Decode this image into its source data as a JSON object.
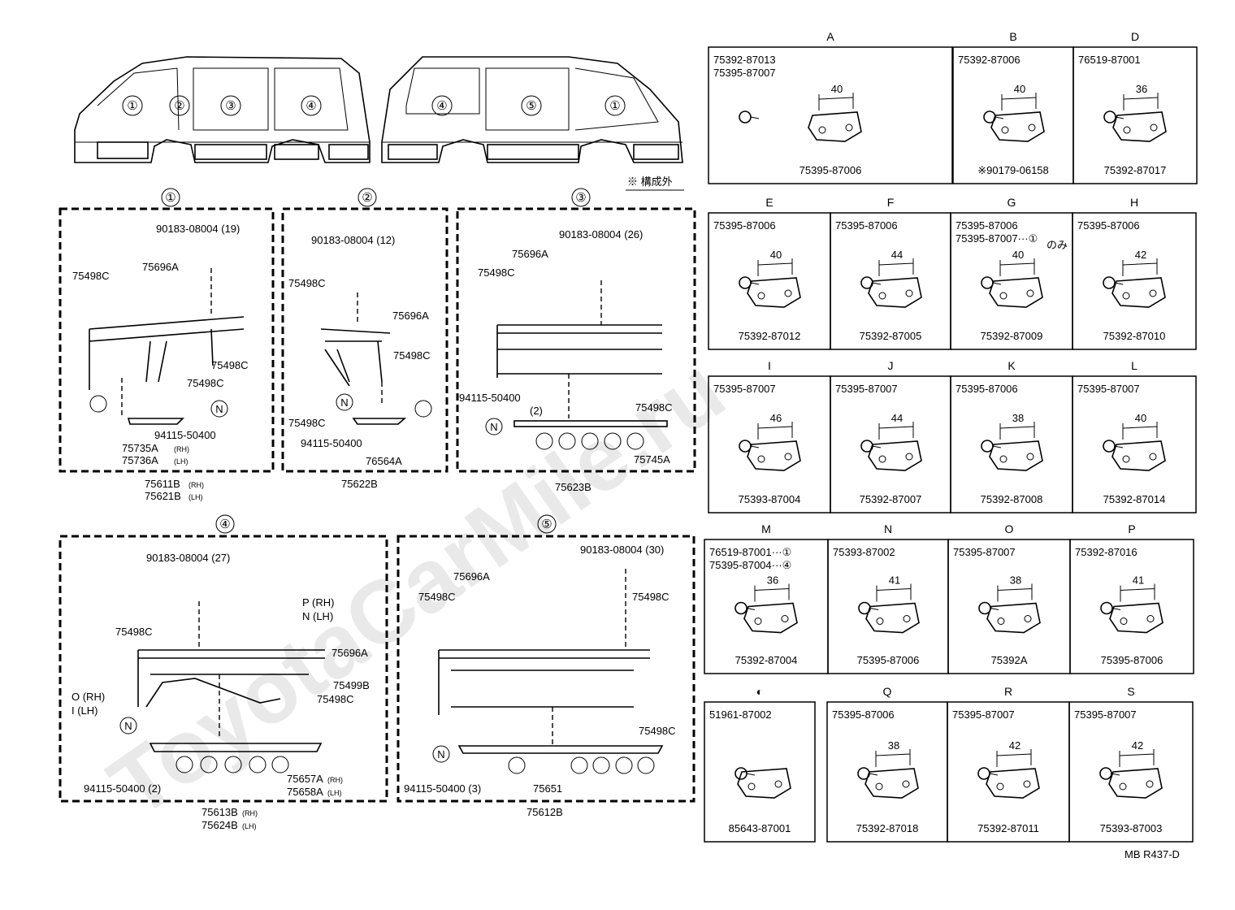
{
  "footer": {
    "ref": "MB R437-D"
  },
  "watermark": "ToyotaCarMile.ru",
  "overview": {
    "front_numbers": [
      "①",
      "②",
      "③",
      "④"
    ],
    "rear_numbers": [
      "④",
      "⑤",
      "①"
    ],
    "note": "※ 構成外"
  },
  "groups": {
    "g1": {
      "num": "①",
      "bolt": "90183-08004 (19)",
      "mid": "75696A",
      "side_l": "75498C",
      "side_r": "75498C",
      "side_b": "75498C",
      "nut": "94115-50400",
      "part_rh": "75735A",
      "part_lh": "75736A",
      "rh": "(RH)",
      "lh": "(LH)",
      "assy1": "75611B",
      "assy2": "75621B"
    },
    "g2": {
      "num": "②",
      "bolt": "90183-08004 (12)",
      "side_l": "75498C",
      "mid": "75696A",
      "side_r": "75498C",
      "side_b": "75498C",
      "nut": "94115-50400",
      "part": "76564A",
      "assy": "75622B"
    },
    "g3": {
      "num": "③",
      "bolt": "90183-08004 (26)",
      "mid": "75696A",
      "side_l": "75498C",
      "side_r": "75498C",
      "nut": "94115-50400",
      "qty": "(2)",
      "part": "75745A",
      "assy": "75623B"
    },
    "g4": {
      "num": "④",
      "bolt": "90183-08004 (27)",
      "side_l": "75498C",
      "mid": "75696A",
      "p": "P (RH)",
      "n": "N (LH)",
      "o": "O (RH)",
      "i": "I  (LH)",
      "s1": "75499B",
      "s2": "75498C",
      "nut": "94115-50400 (2)",
      "part_rh": "75657A",
      "part_lh": "75658A",
      "assy1": "75613B",
      "assy2": "75624B"
    },
    "g5": {
      "num": "⑤",
      "bolt": "90183-08004 (30)",
      "mid": "75696A",
      "side_l": "75498C",
      "side_r": "75498C",
      "side_b": "75498C",
      "nut": "94115-50400 (3)",
      "part": "75651",
      "assy": "75612B"
    }
  },
  "clips": [
    {
      "letter": "A",
      "labels": [
        "75392-87013",
        "75395-87007",
        "75395-87006"
      ],
      "dim": "40"
    },
    {
      "letter": "B",
      "labels": [
        "75392-87006",
        "※90179-06158"
      ],
      "dim": "40"
    },
    {
      "letter": "D",
      "labels": [
        "76519-87001",
        "75392-87017"
      ],
      "dim": "36"
    },
    {
      "letter": "E",
      "labels": [
        "75395-87006",
        "75392-87012"
      ],
      "dim": "40"
    },
    {
      "letter": "F",
      "labels": [
        "75395-87006",
        "75392-87005"
      ],
      "dim": "44"
    },
    {
      "letter": "G",
      "labels": [
        "75395-87006",
        "75395-87007···①",
        "75392-87009"
      ],
      "dim": "40",
      "note": "のみ"
    },
    {
      "letter": "H",
      "labels": [
        "75395-87006",
        "75392-87010"
      ],
      "dim": "42"
    },
    {
      "letter": "I",
      "labels": [
        "75395-87007",
        "75393-87004"
      ],
      "dim": "46"
    },
    {
      "letter": "J",
      "labels": [
        "75395-87007",
        "75392-87007"
      ],
      "dim": "44"
    },
    {
      "letter": "K",
      "labels": [
        "75395-87006",
        "75392-87008"
      ],
      "dim": "38"
    },
    {
      "letter": "L",
      "labels": [
        "75395-87007",
        "75392-87014"
      ],
      "dim": "40"
    },
    {
      "letter": "M",
      "labels": [
        "76519-87001···①",
        "75395-87004···④",
        "75392-87004"
      ],
      "dim": "36"
    },
    {
      "letter": "N",
      "labels": [
        "75393-87002",
        "75395-87006"
      ],
      "dim": "41"
    },
    {
      "letter": "O",
      "labels": [
        "75395-87007",
        "75392A"
      ],
      "dim": "38"
    },
    {
      "letter": "P",
      "labels": [
        "75392-87016",
        "75395-87006"
      ],
      "dim": "41"
    },
    {
      "letter": "◐",
      "labels": [
        "51961-87002",
        "85643-87001"
      ],
      "dim": ""
    },
    {
      "letter": "Q",
      "labels": [
        "75395-87006",
        "75392-87018"
      ],
      "dim": "38"
    },
    {
      "letter": "R",
      "labels": [
        "75395-87007",
        "75392-87011"
      ],
      "dim": "42"
    },
    {
      "letter": "S",
      "labels": [
        "75395-87007",
        "75393-87003"
      ],
      "dim": "42"
    }
  ]
}
